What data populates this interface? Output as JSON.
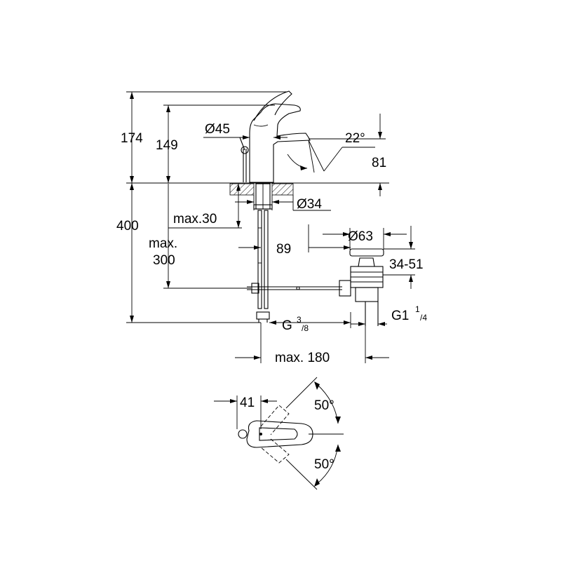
{
  "labels": {
    "h174": "174",
    "h149": "149",
    "d45": "Ø45",
    "a22": "22°",
    "h81": "81",
    "d34": "Ø34",
    "max30": "max.30",
    "h400": "400",
    "max300a": "max.",
    "max300b": "300",
    "d63": "Ø63",
    "h89": "89",
    "r3451": "34-51",
    "g38": "G",
    "g38sup": "3",
    "g38sub": "/8",
    "g114": "G1",
    "g114sup": "1",
    "g114sub": "/4",
    "max180": "max. 180",
    "w41": "41",
    "a50top": "50°",
    "a50bot": "50°"
  }
}
